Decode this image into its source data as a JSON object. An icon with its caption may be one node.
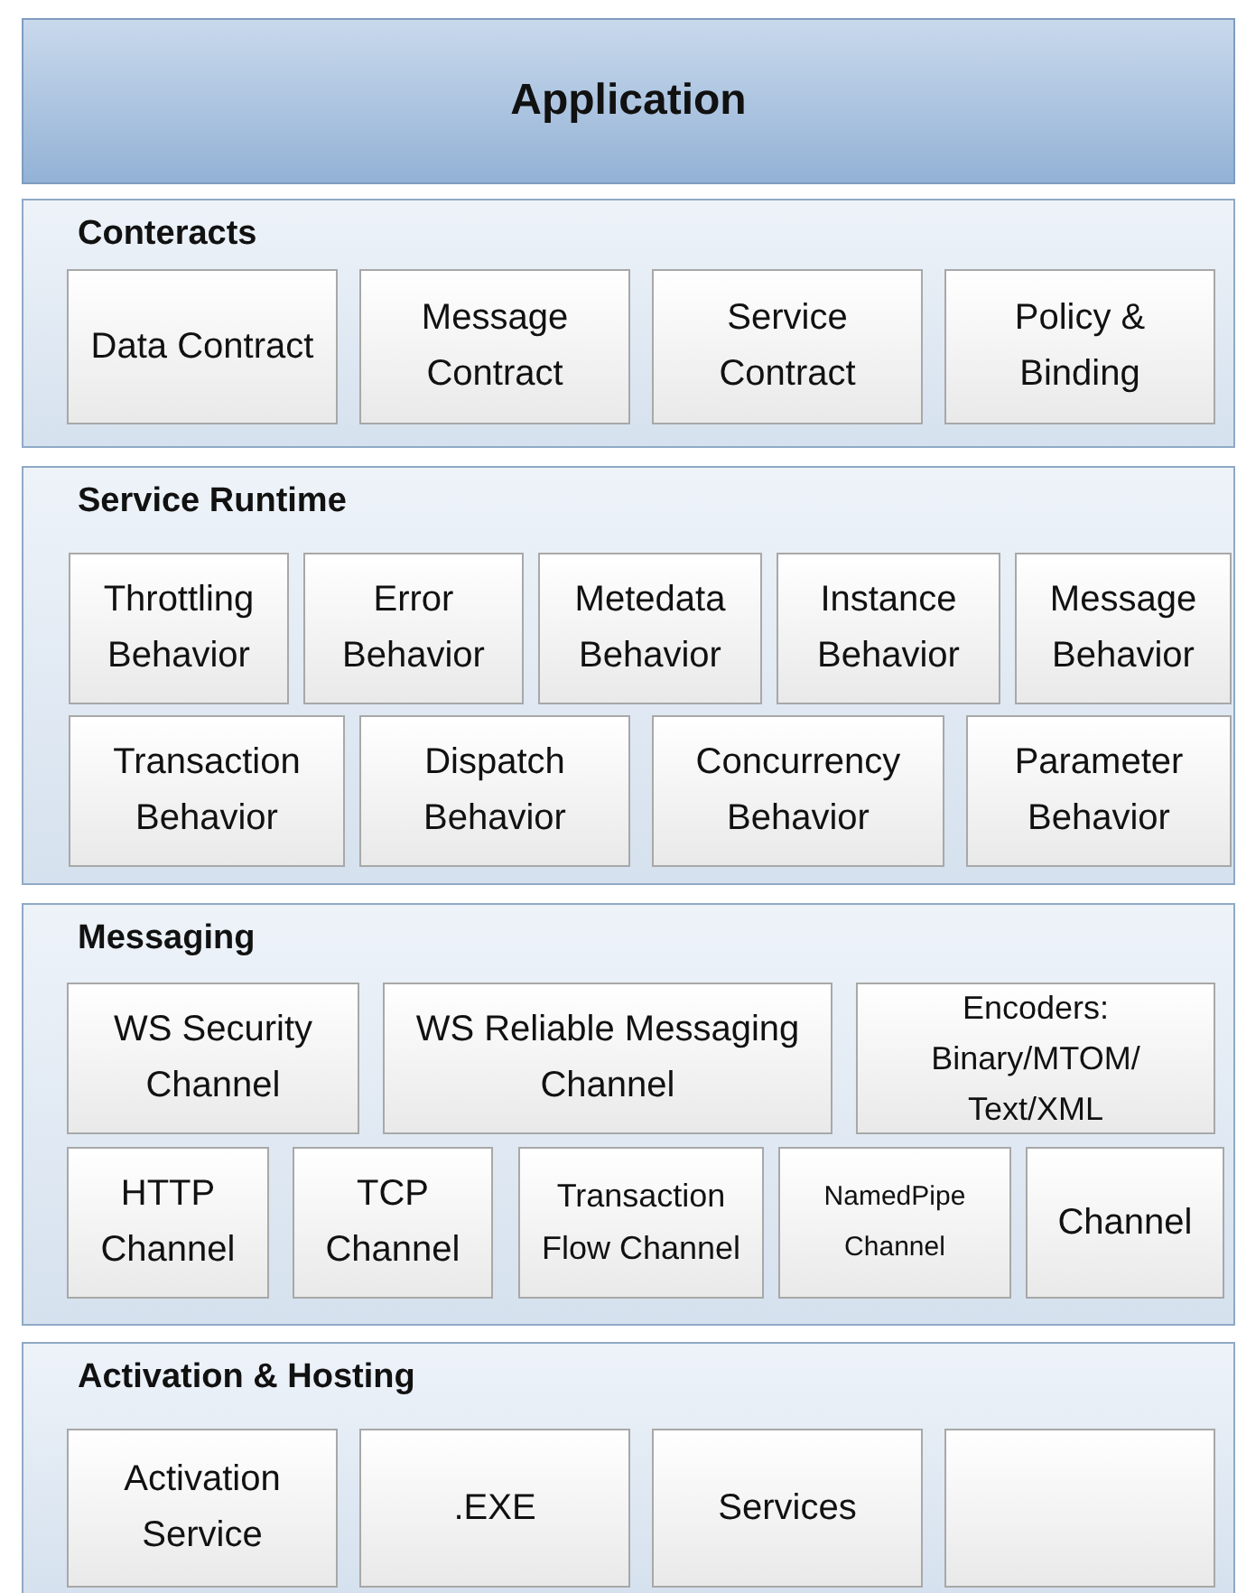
{
  "diagram": {
    "nodes": [
      {
        "text": [
          "Application"
        ]
      },
      {
        "text": [
          "Conteracts"
        ]
      },
      {
        "text": [
          "Data Contract"
        ],
        "in": 1
      },
      {
        "text": [
          "Message Contract"
        ],
        "in": 1
      },
      {
        "text": [
          "Service Contract"
        ],
        "in": 1
      },
      {
        "text": [
          "Policy & Binding"
        ],
        "in": 1
      },
      {
        "text": [
          "Service Runtime"
        ]
      },
      {
        "text": [
          "Throttling Behavior"
        ],
        "in": 6
      },
      {
        "text": [
          "Error Behavior"
        ],
        "in": 6
      },
      {
        "text": [
          "Metedata Behavior"
        ],
        "in": 6
      },
      {
        "text": [
          "Instance Behavior"
        ],
        "in": 6
      },
      {
        "text": [
          "Message Behavior"
        ],
        "in": 6
      },
      {
        "text": [
          "Transaction Behavior"
        ],
        "in": 6
      },
      {
        "text": [
          "Dispatch Behavior"
        ],
        "in": 6
      },
      {
        "text": [
          "Concurrency Behavior"
        ],
        "in": 6
      },
      {
        "text": [
          "Parameter Behavior"
        ],
        "in": 6
      },
      {
        "text": [
          "Messaging"
        ]
      },
      {
        "text": [
          "WS Security Channel"
        ],
        "in": 16
      },
      {
        "text": [
          "WS Reliable Messaging Channel"
        ],
        "in": 16
      },
      {
        "text": [
          "Encoders: Binary/MTOM/ Text/XML"
        ],
        "in": 16
      },
      {
        "text": [
          "HTTP Channel"
        ],
        "in": 16
      },
      {
        "text": [
          "TCP Channel"
        ],
        "in": 16
      },
      {
        "text": [
          "Transaction Flow Channel"
        ],
        "in": 16
      },
      {
        "text": [
          "NamedPipe Channel"
        ],
        "in": 16
      },
      {
        "text": [
          "Channel"
        ],
        "in": 16
      },
      {
        "text": [
          "Activation & Hosting"
        ]
      },
      {
        "text": [
          "Activation Service"
        ],
        "in": 25
      },
      {
        "text": [
          ".EXE"
        ],
        "in": 25
      },
      {
        "text": [
          "Services"
        ],
        "in": 25
      },
      {
        "text": [],
        "shape": "box",
        "in": 25
      }
    ]
  }
}
